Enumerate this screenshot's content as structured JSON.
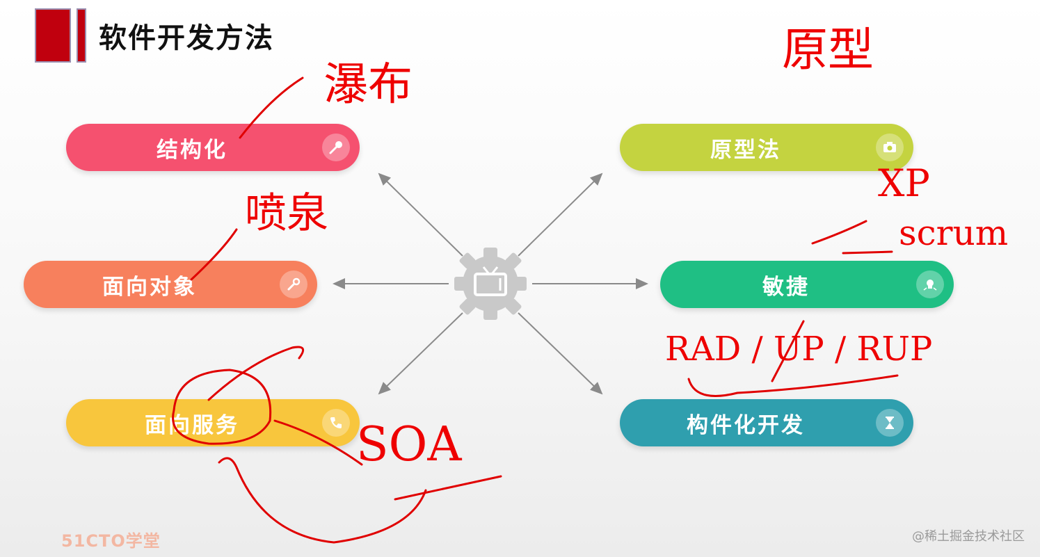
{
  "title": "软件开发方法",
  "methods": [
    {
      "label": "结构化",
      "icon": "microphone-icon"
    },
    {
      "label": "面向对象",
      "icon": "wrench-icon"
    },
    {
      "label": "面向服务",
      "icon": "phone-icon"
    },
    {
      "label": "原型法",
      "icon": "camera-icon"
    },
    {
      "label": "敏捷",
      "icon": "lightbulb-icon"
    },
    {
      "label": "构件化开发",
      "icon": "hourglass-icon"
    }
  ],
  "hub_icon": "tv-gear-icon",
  "annotations": {
    "waterfall": "瀑布",
    "fountain": "喷泉",
    "prototype": "原型",
    "xp": "XP",
    "scrum": "scrum",
    "rad_up_rup": "RAD / UP / RUP",
    "soa": "SOA"
  },
  "footer_logo": "51CTO学堂",
  "watermark": "@稀土掘金技术社区",
  "colors": {
    "structured": "#f5516f",
    "oo": "#f7805d",
    "service": "#f8c63d",
    "prototype": "#c4d340",
    "agile": "#1fbf84",
    "component": "#2f9fae",
    "ink": "#e00000",
    "title_mark": "#c0000e"
  }
}
